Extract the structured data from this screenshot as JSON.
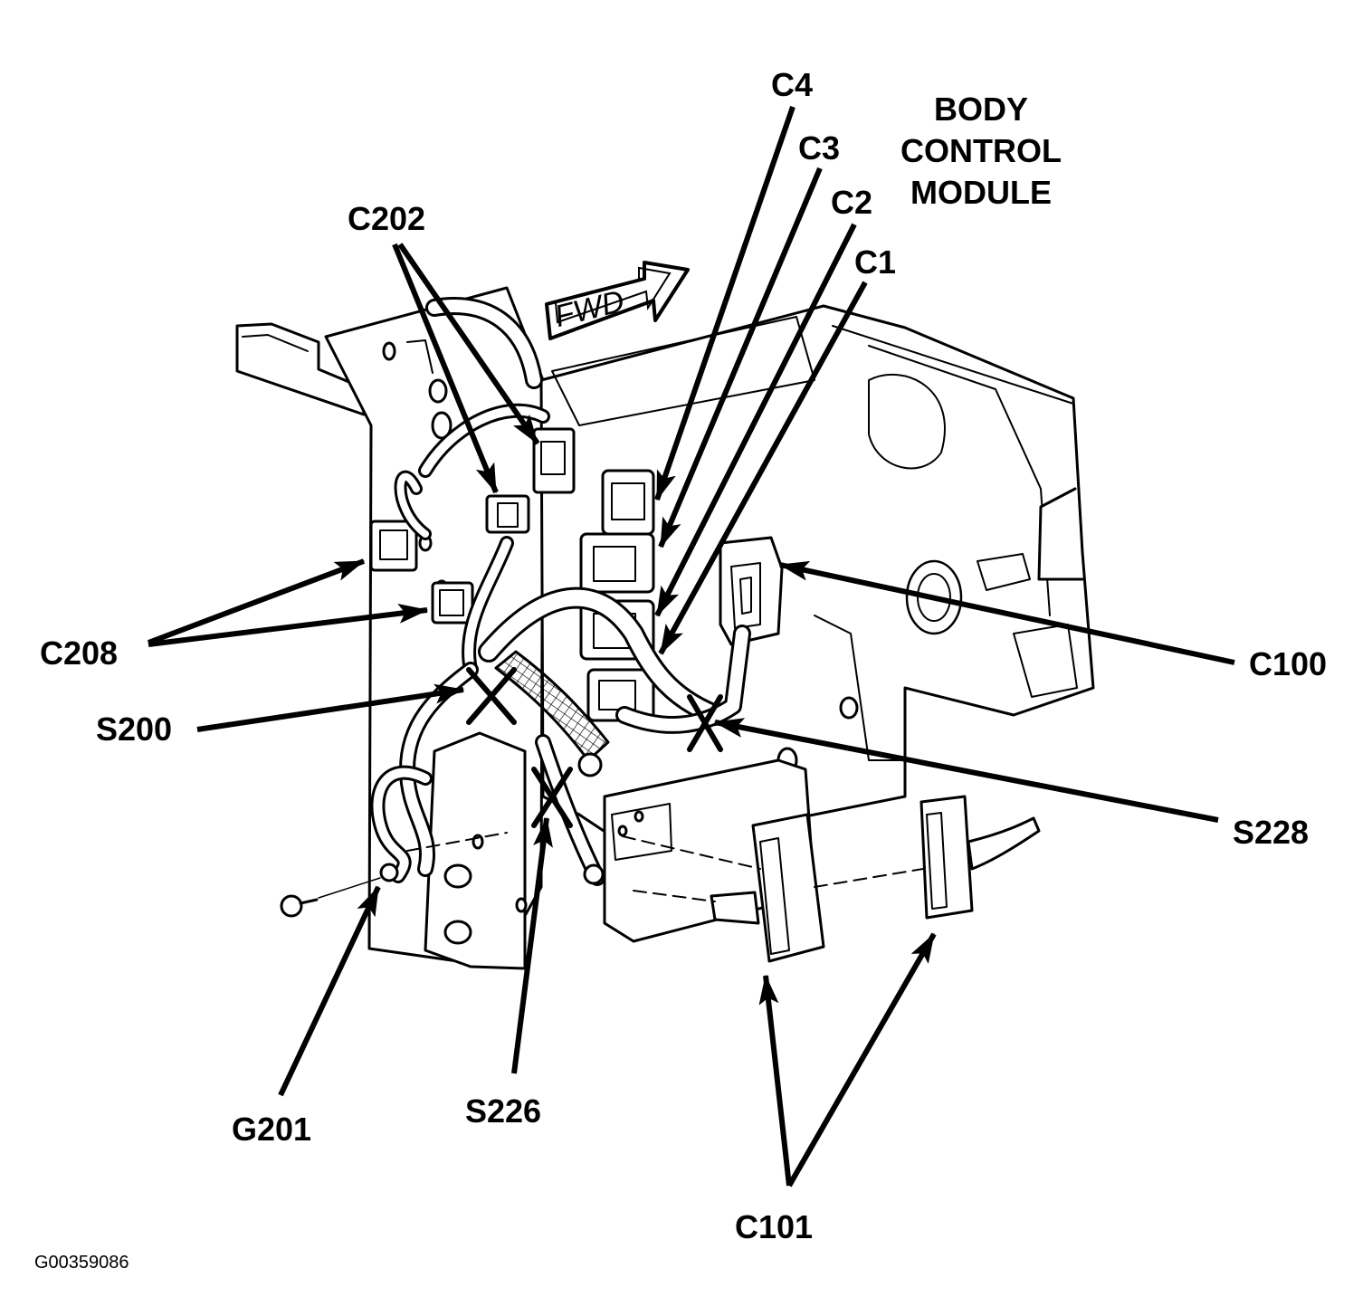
{
  "title": {
    "lines": [
      "BODY",
      "CONTROL",
      "MODULE"
    ]
  },
  "direction_label": "FWD",
  "figure_id": "G00359086",
  "callouts": {
    "c4": "C4",
    "c3": "C3",
    "c2": "C2",
    "c1": "C1",
    "c202": "C202",
    "c208": "C208",
    "s200": "S200",
    "c100": "C100",
    "s228": "S228",
    "g201": "G201",
    "s226": "S226",
    "c101": "C101"
  },
  "colors": {
    "ink": "#000000",
    "paper": "#ffffff",
    "shade": "#d8d8d8"
  }
}
